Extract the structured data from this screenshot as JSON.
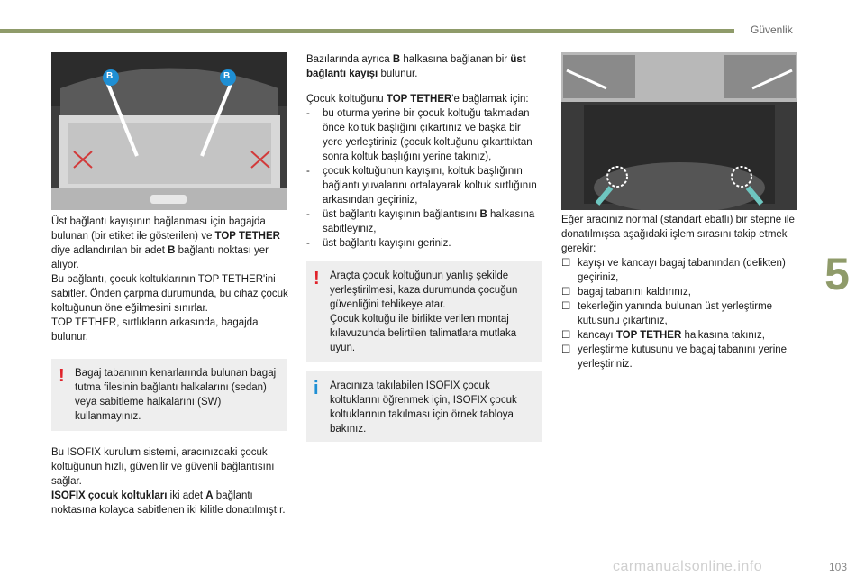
{
  "header": {
    "section": "Güvenlik",
    "chapter": "5",
    "page_number": "103"
  },
  "col1": {
    "paragraphs": [
      [
        "Üst bağlantı kayışının bağlanması için bagajda bulunan (bir etiket ile gösterilen) ve ",
        "TOP TETHER",
        " diye adlandırılan bir adet ",
        "B",
        " bağlantı noktası yer alıyor."
      ],
      [
        "Bu bağlantı, çocuk koltuklarının TOP TETHER'ini sabitler. Önden çarpma durumunda, bu cihaz çocuk koltuğunun öne eğilmesini sınırlar."
      ],
      [
        "TOP TETHER, sırtlıkların arkasında, bagajda bulunur."
      ]
    ],
    "warning": "Bagaj tabanının kenarlarında bulunan bagaj tutma filesinin bağlantı halkalarını (sedan) veya sabitleme halkalarını (SW) kullanmayınız.",
    "bottom1": "Bu ISOFIX kurulum sistemi, aracınızdaki çocuk koltuğunun hızlı, güvenilir ve güvenli bağlantısını sağlar.",
    "bottom2_bold": "ISOFIX çocuk koltukları",
    "bottom2_a": " iki adet ",
    "bottom2_letter": "A",
    "bottom2_b": " bağlantı noktasına kolayca sabitlenen iki kilitle donatılmıştır."
  },
  "figure1": {
    "label_left": "B",
    "label_right": "B"
  },
  "col2": {
    "intro_a": "Bazılarında ayrıca ",
    "intro_b": "B",
    "intro_c": " halkasına bağlanan bir ",
    "intro_d": "üst bağlantı kayışı",
    "intro_e": " bulunur.",
    "steps_intro_a": "Çocuk koltuğunu ",
    "steps_intro_b": "TOP TETHER",
    "steps_intro_c": "'e bağlamak için:",
    "steps": [
      "bu oturma yerine bir çocuk koltuğu takmadan önce koltuk başlığını çıkartınız ve başka bir yere yerleştiriniz (çocuk koltuğunu çıkarttıktan sonra koltuk başlığını yerine takınız),",
      "çocuk koltuğunun kayışını, koltuk başlığının bağlantı yuvalarını ortalayarak koltuk sırtlığının arkasından geçiriniz,",
      "üst bağlantı kayışının bağlantısını ",
      "üst bağlantı kayışını geriniz."
    ],
    "step3_letter": "B",
    "step3_tail": " halkasına sabitleyiniz,",
    "bullet_dash": "-",
    "warning": "Araçta çocuk koltuğunun yanlış şekilde yerleştirilmesi, kaza durumunda çocuğun güvenliğini tehlikeye atar.",
    "warning2": "Çocuk koltuğu ile birlikte verilen montaj kılavuzunda belirtilen talimatlara mutlaka uyun.",
    "info": "Aracınıza takılabilen ISOFIX çocuk koltuklarını öğrenmek için, ISOFIX çocuk koltuklarının takılması için örnek tabloya bakınız."
  },
  "col3": {
    "intro": "Eğer aracınız normal (standart ebatlı) bir stepne ile donatılmışsa aşağıdaki işlem sırasını takip etmek gerekir:",
    "bullet": "",
    "items": [
      "kayışı ve kancayı bagaj tabanından (delikten) geçiriniz,",
      "bagaj tabanını kaldırınız,",
      "tekerleğin yanında bulunan üst yerleştirme kutusunu çıkartınız,",
      "kancayı ",
      "yerleştirme kutusunu ve bagaj tabanını yerine yerleştiriniz."
    ],
    "item4_bold": "TOP TETHER",
    "item4_tail": " halkasına takınız,"
  },
  "watermark": "carmanualsonline.info"
}
